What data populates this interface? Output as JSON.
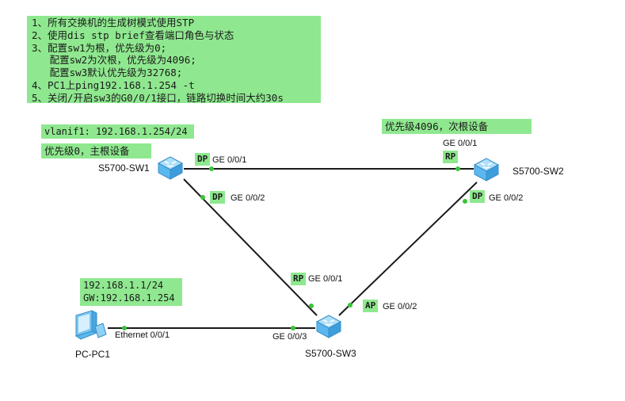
{
  "notes": {
    "line1": "1、所有交换机的生成树模式使用STP",
    "line2": "2、使用dis stp brief查看端口角色与状态",
    "line3": "3、配置sw1为根，优先级为0;",
    "line4": "   配置sw2为次根，优先级为4096;",
    "line5": "   配置sw3默认优先级为32768;",
    "line6": "4、PC1上ping192.168.1.254 -t",
    "line7": "5、关闭/开启sw3的G0/0/1接口，链路切换时间大约30s"
  },
  "sw1": {
    "name": "S5700-SW1",
    "vlanif": "vlanif1: 192.168.1.254/24",
    "priority_note": "优先级0，主根设备",
    "p1_role": "DP",
    "p1_port": "GE 0/0/1",
    "p2_role": "DP",
    "p2_port": "GE 0/0/2"
  },
  "sw2": {
    "name": "S5700-SW2",
    "priority_note": "优先级4096，次根设备",
    "p1_port": "GE 0/0/1",
    "p1_role": "RP",
    "p2_role": "DP",
    "p2_port": "GE 0/0/2"
  },
  "sw3": {
    "name": "S5700-SW3",
    "p1_role": "RP",
    "p1_port": "GE 0/0/1",
    "p2_role": "AP",
    "p2_port": "GE 0/0/2",
    "p3_port": "GE 0/0/3"
  },
  "pc1": {
    "name": "PC-PC1",
    "ip": "192.168.1.1/24",
    "gw": "GW:192.168.1.254",
    "port": "Ethernet 0/0/1"
  },
  "colors": {
    "note_bg": "#8fe88f",
    "port_dot": "#39c439",
    "link": "#1a1a1a",
    "switch_body": "#5ab8ee"
  },
  "icons": {
    "switch": "layer3-switch-icon",
    "pc": "pc-icon"
  }
}
